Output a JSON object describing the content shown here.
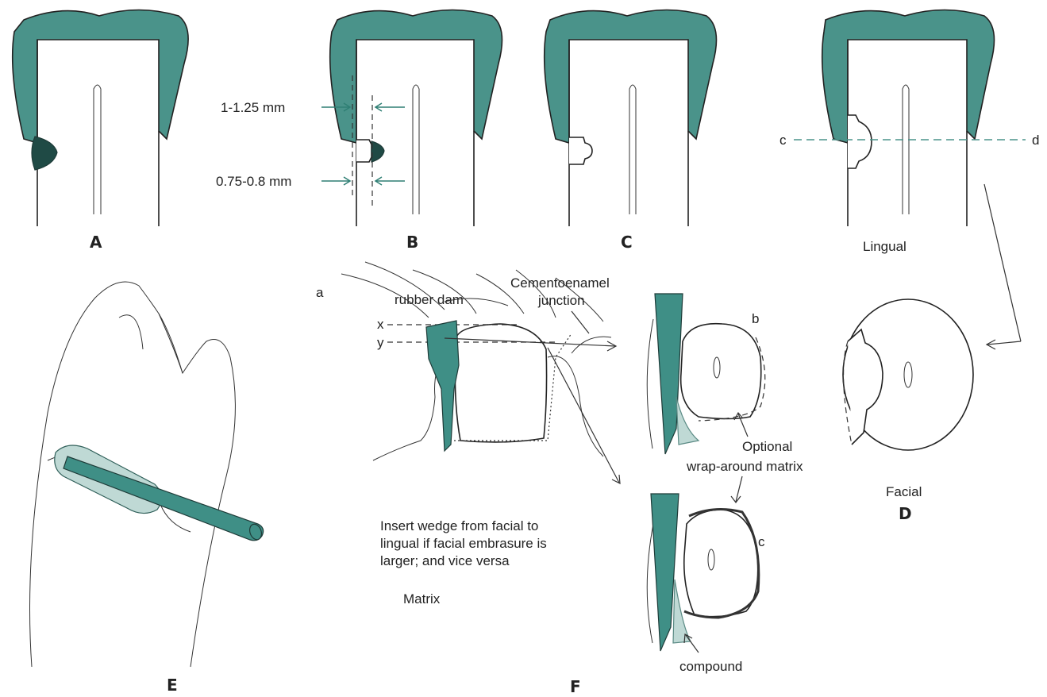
{
  "panels": {
    "A": "A",
    "B": "B",
    "C": "C",
    "D": "D",
    "E": "E",
    "F": "F"
  },
  "panel_b": {
    "dim_top": "1-1.25 mm",
    "dim_bottom": "0.75-0.8 mm"
  },
  "panel_d": {
    "line_start": "c",
    "line_end": "d",
    "lingual": "Lingual",
    "facial": "Facial"
  },
  "panel_f": {
    "sub_a": "a",
    "sub_b": "b",
    "sub_c": "c",
    "cej_line1": "Cementoenamel",
    "cej_line2": "junction",
    "rubber_dam": "rubber dam",
    "x": "x",
    "y": "y",
    "optional_line1": "Optional",
    "optional_line2": "wrap-around matrix",
    "insert_line1": "Insert wedge from facial to",
    "insert_line2": "lingual if facial embrasure is",
    "insert_line3": "larger; and vice versa",
    "matrix": "Matrix",
    "compound": "compound"
  },
  "colors": {
    "enamel": "#4a938a",
    "wedge": "#3f8f86",
    "arrow": "#2f7f74"
  }
}
